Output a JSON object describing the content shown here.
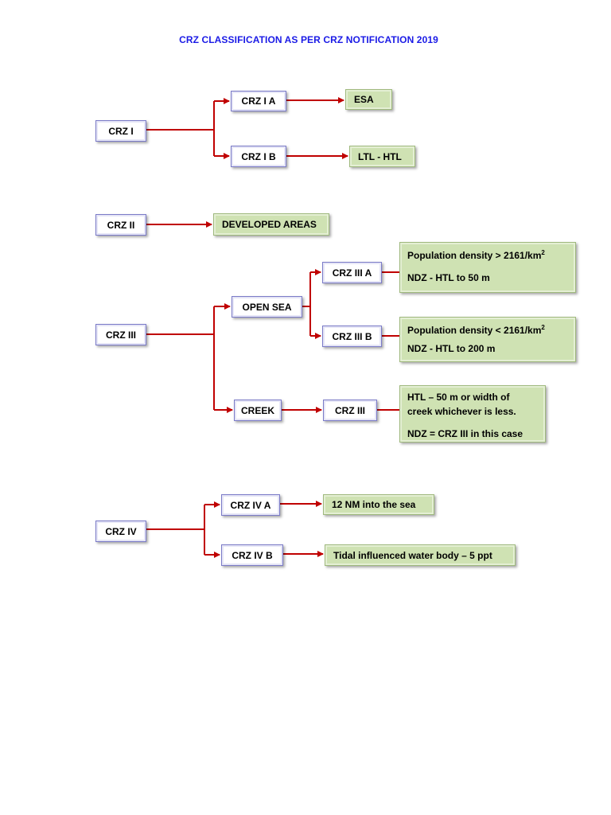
{
  "title": "CRZ CLASSIFICATION AS PER CRZ NOTIFICATION 2019",
  "colors": {
    "title": "#1a1ae6",
    "connector": "#c00000",
    "green_box": "#cfe2b3",
    "white_box_border": "#7b7bc8"
  },
  "crz1": {
    "root": "CRZ I",
    "a": "CRZ I A",
    "a_target": "ESA",
    "b": "CRZ I B",
    "b_target": "LTL - HTL"
  },
  "crz2": {
    "root": "CRZ II",
    "target": "DEVELOPED AREAS"
  },
  "crz3": {
    "root": "CRZ III",
    "open_sea": "OPEN SEA",
    "a": "CRZ III A",
    "a_pop": "Population density > 2161/km",
    "a_pop_sup": "2",
    "a_ndz": "NDZ - HTL to 50 m",
    "b": "CRZ III B",
    "b_pop": "Population density < 2161/km",
    "b_pop_sup": "2",
    "b_ndz": "NDZ - HTL to 200 m",
    "creek": "CREEK",
    "creek_crz": "CRZ III",
    "creek_line1": "HTL – 50 m or width of",
    "creek_line2": "creek whichever is less.",
    "creek_ndz": "NDZ = CRZ III in this case"
  },
  "crz4": {
    "root": "CRZ IV",
    "a": "CRZ IV A",
    "a_target": "12 NM into the sea",
    "b": "CRZ IV B",
    "b_target": "Tidal influenced water body – 5 ppt"
  }
}
